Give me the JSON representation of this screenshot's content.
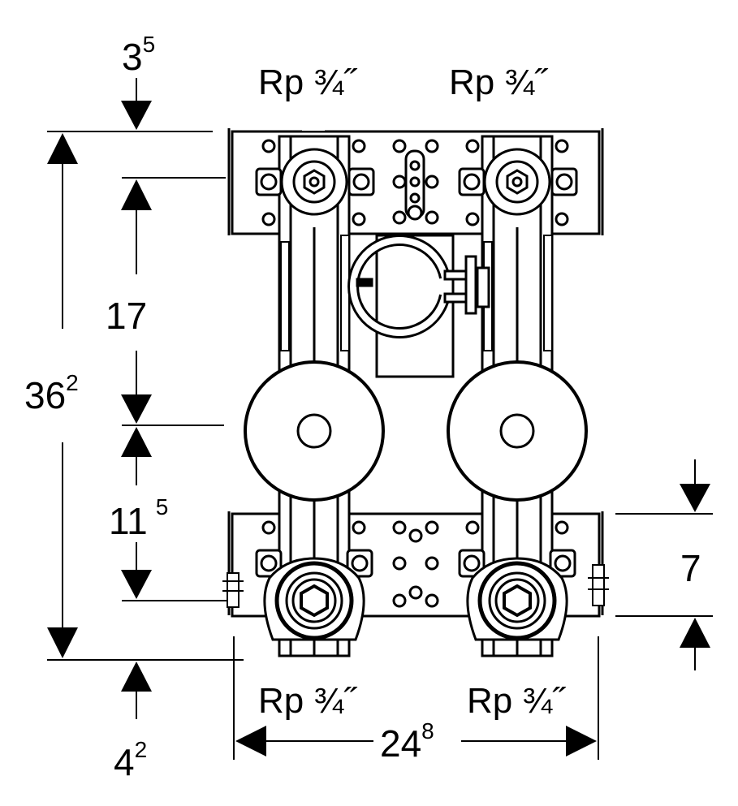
{
  "dimensions": {
    "top_offset": {
      "main": "3",
      "sup": "5"
    },
    "overall_height": {
      "main": "36",
      "sup": "2"
    },
    "upper_spacing": {
      "main": "17",
      "sup": ""
    },
    "lower_spacing": {
      "main": "11",
      "sup": "5"
    },
    "bottom_offset": {
      "main": "4",
      "sup": "2"
    },
    "overall_width": {
      "main": "24",
      "sup": "8"
    },
    "right_height": {
      "main": "7",
      "sup": ""
    }
  },
  "threads": {
    "top_left": "Rp ¾˝",
    "top_right": "Rp ¾˝",
    "bottom_left": "Rp ¾˝",
    "bottom_right": "Rp ¾˝"
  },
  "colors": {
    "line": "#000000",
    "background": "#ffffff"
  }
}
